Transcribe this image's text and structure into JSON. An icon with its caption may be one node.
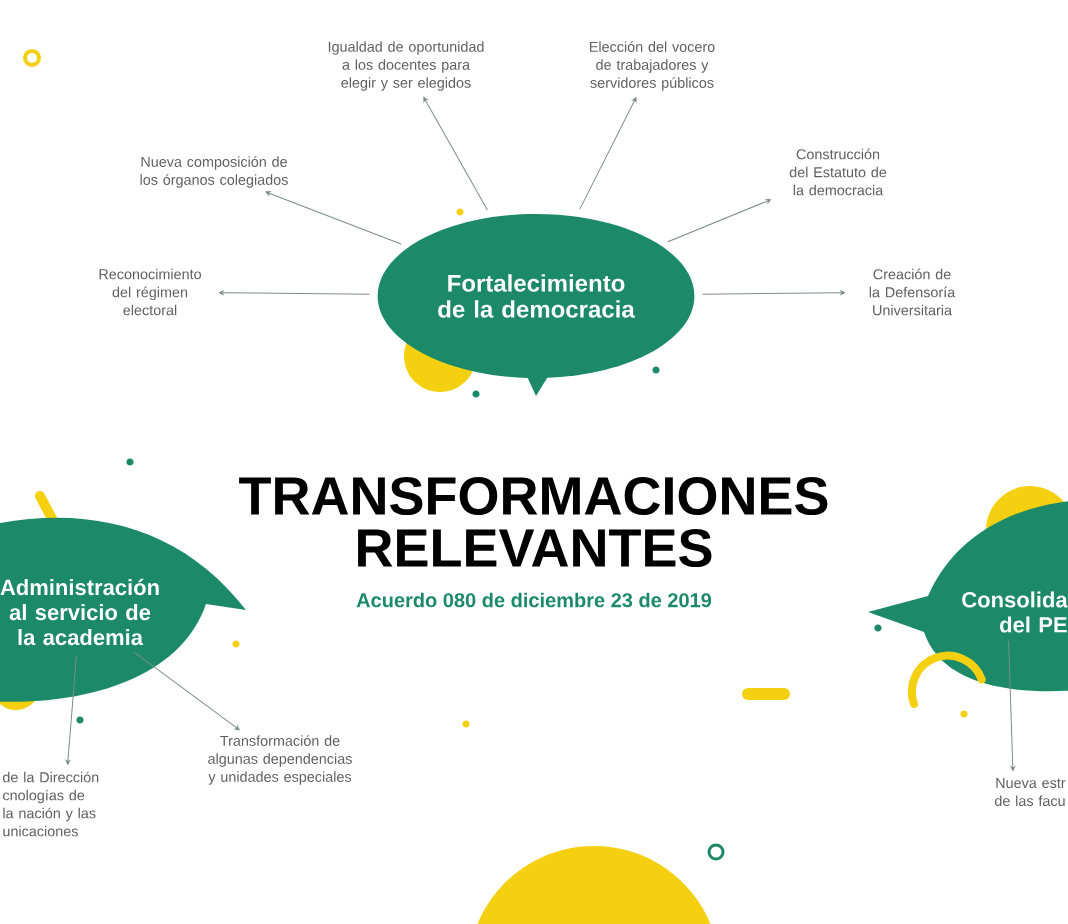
{
  "diagram": {
    "title": "TRANSFORMACIONES RELEVANTES",
    "nodes": [
      {
        "text": [
          "Fortalecimiento de la democracia"
        ]
      },
      {
        "text": [
          "Igualdad de oportunidad a los docentes para elegir y ser elegidos"
        ]
      },
      {
        "text": [
          "Elección del vocero de trabajadores y servidores públicos"
        ]
      },
      {
        "text": [
          "Nueva composición de los órganos colegiados"
        ]
      },
      {
        "text": [
          "Construcción del Estatuto de la democracia"
        ]
      },
      {
        "text": [
          "Reconocimiento del régimen electoral"
        ]
      },
      {
        "text": [
          "Creación de la Defensoría Universitaria"
        ]
      },
      {
        "text": [
          "Administración al servicio de la academia"
        ]
      },
      {
        "text": [
          "de la Dirección cnologías de la nación y las unicaciones"
        ]
      },
      {
        "text": [
          "Transformación de algunas dependencias y unidades especiales"
        ]
      },
      {
        "text": [
          "Consolida del PE"
        ]
      },
      {
        "text": [
          "Nueva estr de las facu"
        ]
      }
    ],
    "edges": [
      {
        "from": 0,
        "to": 1,
        "arrow": "to"
      },
      {
        "from": 0,
        "to": 2,
        "arrow": "to"
      },
      {
        "from": 0,
        "to": 3,
        "arrow": "to"
      },
      {
        "from": 0,
        "to": 4,
        "arrow": "to"
      },
      {
        "from": 0,
        "to": 5,
        "arrow": "to"
      },
      {
        "from": 0,
        "to": 6,
        "arrow": "to"
      },
      {
        "from": 7,
        "to": 8,
        "arrow": "to"
      },
      {
        "from": 7,
        "to": 9,
        "arrow": "to"
      },
      {
        "from": 10,
        "to": 11,
        "arrow": "to"
      }
    ],
    "labels": [
      "Acuerdo 080 de diciembre 23 de 2019"
    ]
  }
}
